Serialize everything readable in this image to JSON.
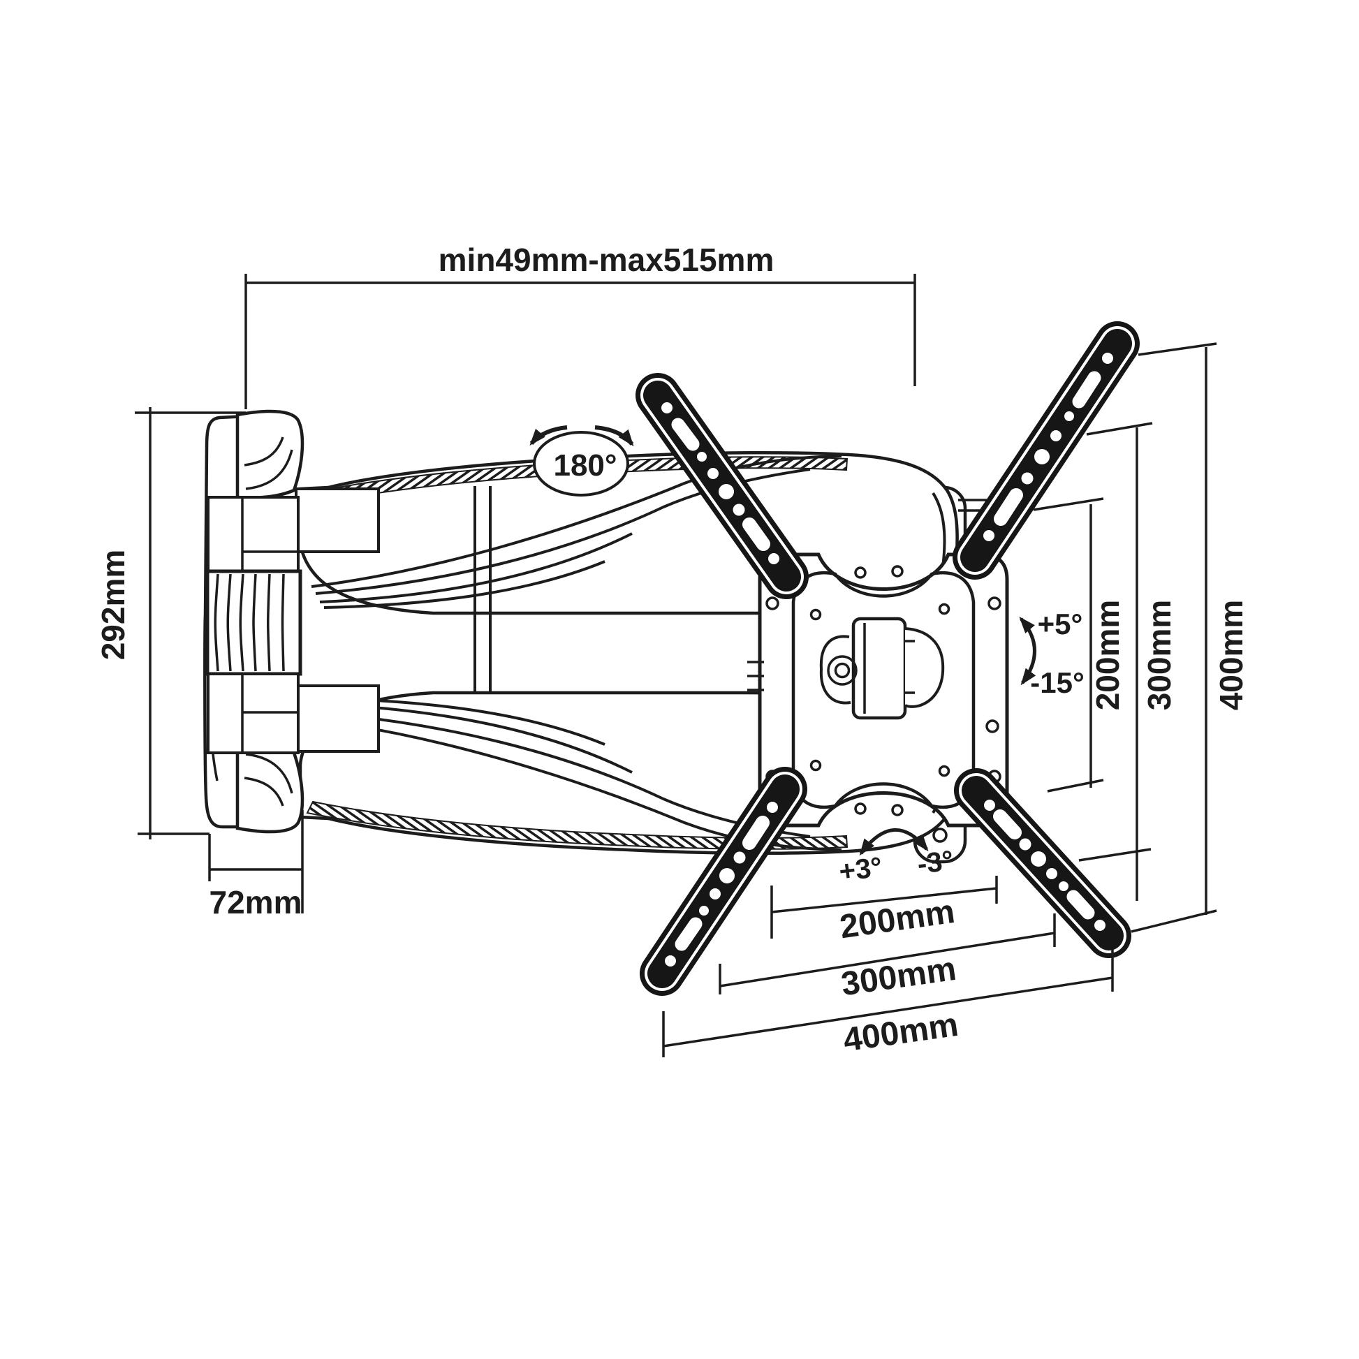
{
  "diagram": {
    "type": "technical-drawing",
    "subject": "articulating TV wall mount bracket with VESA plate",
    "colors": {
      "line": "#1c1c1c",
      "background": "#ffffff",
      "arm_fill": "#161616"
    },
    "labels": {
      "extension_range": "min49mm-max515mm",
      "bracket_height": "292mm",
      "bracket_depth": "72mm",
      "swivel_range": "180°",
      "tilt_up": "+5°",
      "tilt_down": "-15°",
      "level_cw": "+3°",
      "level_ccw": "-3°"
    },
    "vesa_widths": [
      "200mm",
      "300mm",
      "400mm"
    ],
    "vesa_heights": [
      "200mm",
      "300mm",
      "400mm"
    ]
  }
}
